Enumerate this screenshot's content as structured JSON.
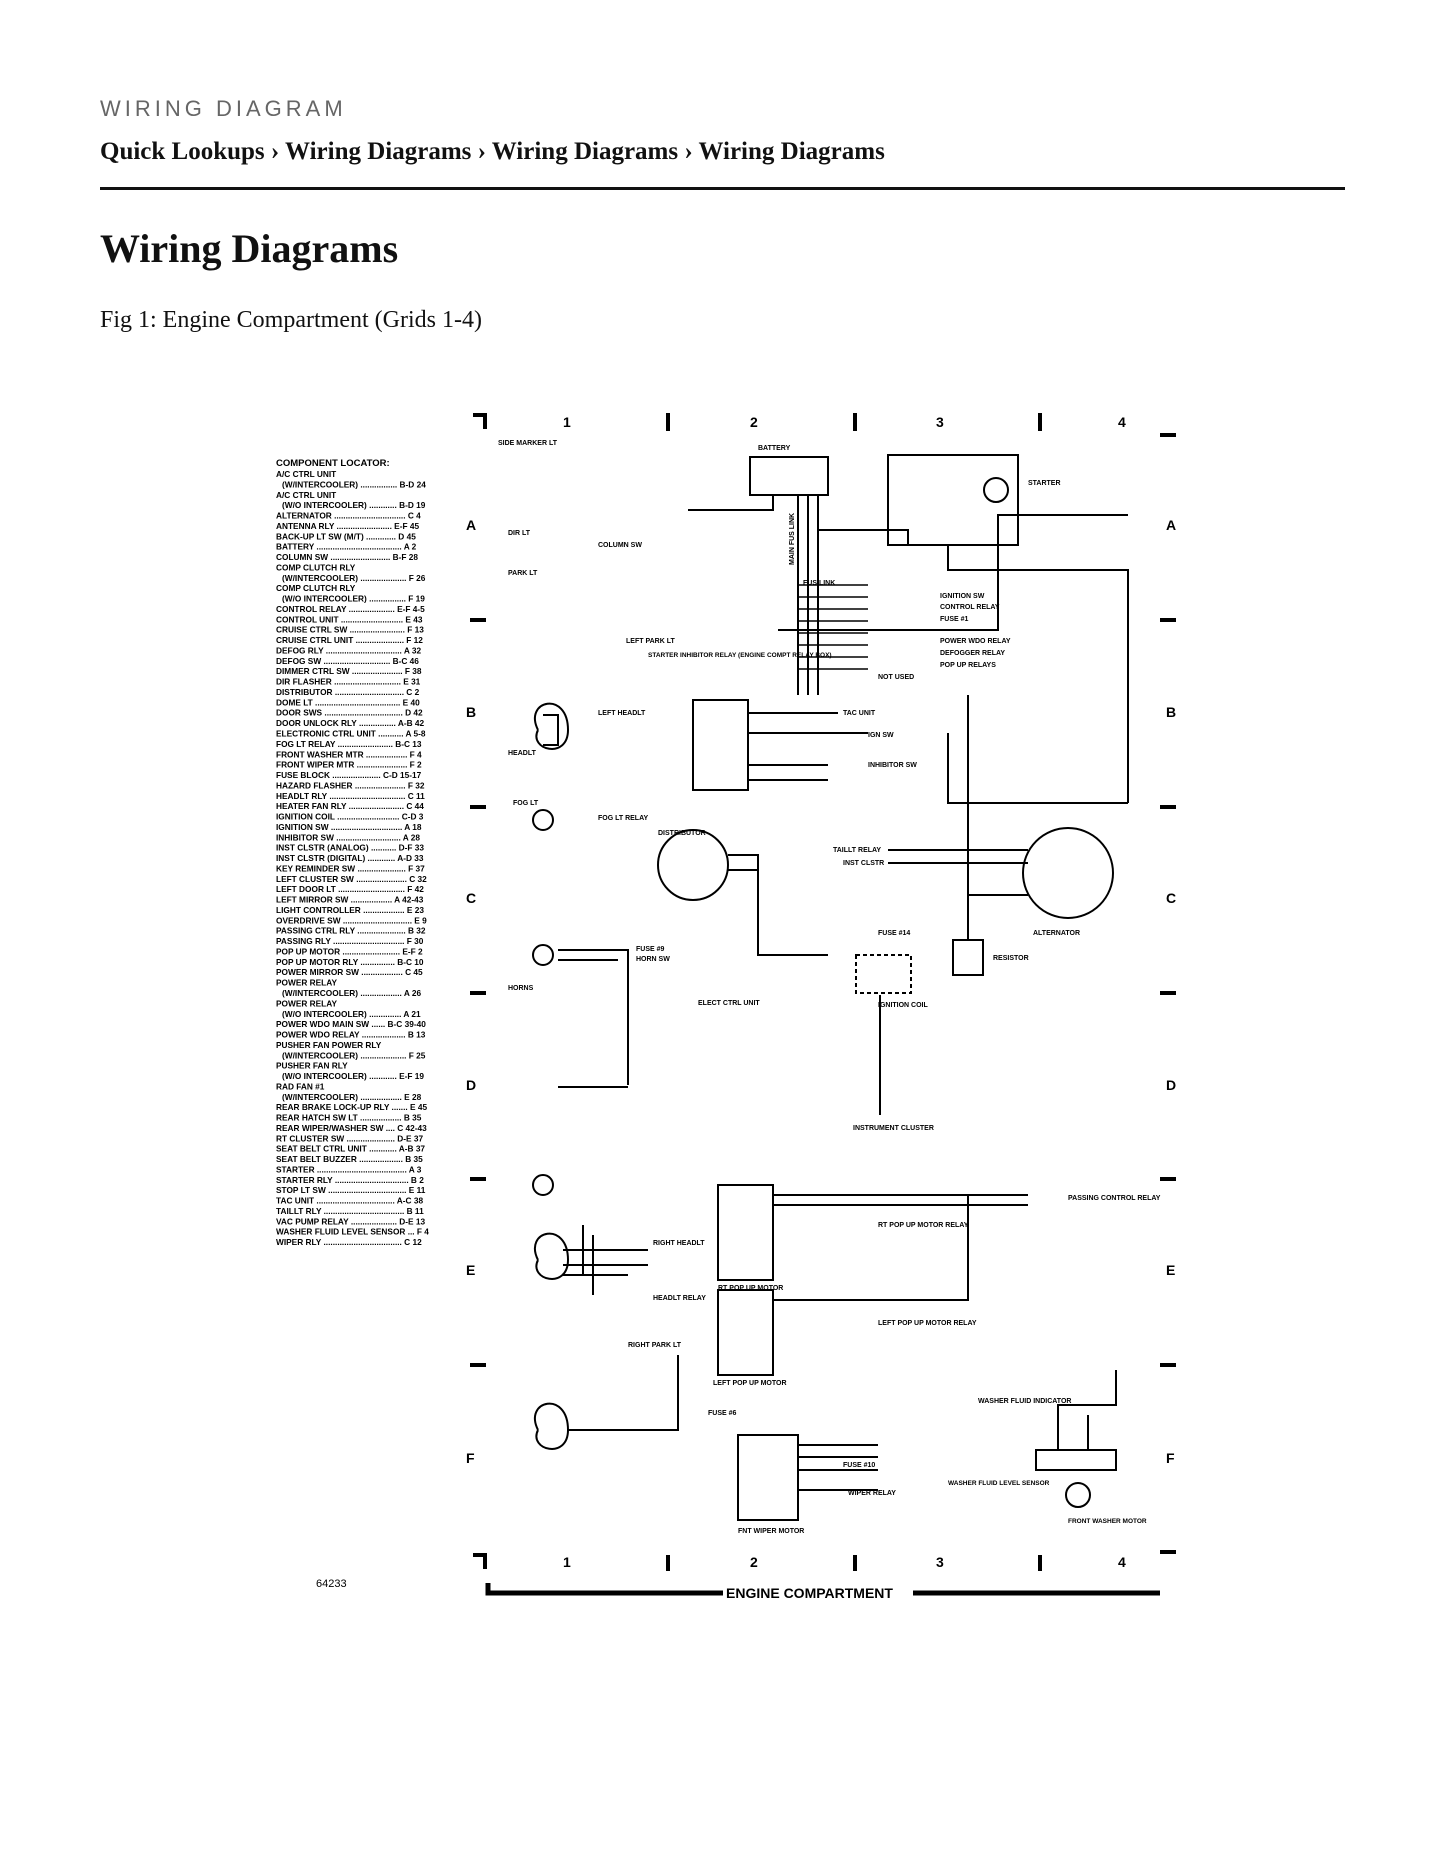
{
  "header": {
    "eyebrow": "WIRING DIAGRAM",
    "breadcrumb": "Quick Lookups › Wiring Diagrams › Wiring Diagrams › Wiring Diagrams",
    "title": "Wiring Diagrams",
    "caption": "Fig 1: Engine Compartment (Grids 1-4)"
  },
  "diagram": {
    "grid_cols": [
      "1",
      "2",
      "3",
      "4"
    ],
    "grid_rows": [
      "A",
      "B",
      "C",
      "D",
      "E",
      "F"
    ],
    "figure_number": "64233",
    "footer_title": "ENGINE COMPARTMENT",
    "locator_title": "COMPONENT LOCATOR:",
    "locator": [
      "A/C CTRL UNIT",
      "(W/INTERCOOLER) ................ B-D 24",
      "A/C CTRL UNIT",
      "(W/O INTERCOOLER) ............ B-D 19",
      "ALTERNATOR ............................... C 4",
      "ANTENNA RLY ........................ E-F 45",
      "BACK-UP LT SW (M/T) ............. D 45",
      "BATTERY ..................................... A 2",
      "COLUMN SW .......................... B-F 28",
      "COMP CLUTCH RLY",
      "(W/INTERCOOLER) .................... F 26",
      "COMP CLUTCH RLY",
      "(W/O INTERCOOLER) ................ F 19",
      "CONTROL RELAY .................... E-F 4-5",
      "CONTROL UNIT ........................... E 43",
      "CRUISE CTRL SW ........................ F 13",
      "CRUISE CTRL UNIT ..................... F 12",
      "DEFOG RLY ................................. A 32",
      "DEFOG SW ............................. B-C 46",
      "DIMMER CTRL SW ...................... F 38",
      "DIR FLASHER ............................. E 31",
      "DISTRIBUTOR .............................. C 2",
      "DOME LT ..................................... E 40",
      "DOOR SWS .................................. D 42",
      "DOOR UNLOCK RLY ................ A-B 42",
      "ELECTRONIC CTRL UNIT ........... A 5-8",
      "FOG LT RELAY ........................ B-C 13",
      "FRONT WASHER MTR .................. F 4",
      "FRONT WIPER MTR ...................... F 2",
      "FUSE BLOCK ..................... C-D 15-17",
      "HAZARD FLASHER ...................... F 32",
      "HEADLT RLY ................................. C 11",
      "HEATER FAN RLY ........................ C 44",
      "IGNITION COIL ........................... C-D 3",
      "IGNITION SW ............................... A 18",
      "INHIBITOR SW ............................ A 28",
      "INST CLSTR (ANALOG) ........... D-F 33",
      "INST CLSTR (DIGITAL) ............ A-D 33",
      "KEY REMINDER SW ..................... F 37",
      "LEFT CLUSTER SW ...................... C 32",
      "LEFT DOOR LT ............................. F 42",
      "LEFT MIRROR SW .................. A 42-43",
      "LIGHT CONTROLLER .................. E 23",
      "OVERDRIVE SW .............................. E 9",
      "PASSING CTRL RLY ..................... B 32",
      "PASSING RLY ............................... F 30",
      "POP UP MOTOR ......................... E-F 2",
      "POP UP MOTOR RLY ............... B-C 10",
      "POWER MIRROR SW .................. C 45",
      "POWER RELAY",
      "(W/INTERCOOLER) .................. A 26",
      "POWER RELAY",
      "(W/O INTERCOOLER) .............. A 21",
      "POWER WDO MAIN SW ...... B-C 39-40",
      "POWER WDO RELAY ................... B 13",
      "PUSHER FAN POWER RLY",
      "(W/INTERCOOLER) .................... F 25",
      "PUSHER FAN RLY",
      "(W/O INTERCOOLER) ............ E-F 19",
      "RAD FAN #1",
      "(W/INTERCOOLER) .................. E 28",
      "REAR BRAKE LOCK-UP RLY ....... E 45",
      "REAR HATCH SW LT .................. B 35",
      "REAR WIPER/WASHER SW .... C 42-43",
      "RT CLUSTER SW ..................... D-E 37",
      "SEAT BELT CTRL UNIT ............ A-B 37",
      "SEAT BELT BUZZER ................... B 35",
      "STARTER ....................................... A 3",
      "STARTER RLY ................................ B 2",
      "STOP LT SW .................................. E 11",
      "TAC UNIT .................................. A-C 38",
      "TAILLT RLY ................................... B 11",
      "VAC PUMP RELAY .................... D-E 13",
      "WASHER FLUID LEVEL SENSOR ... F 4",
      "WIPER RLY .................................. C 12"
    ],
    "labels": {
      "side_marker_lt": "SIDE MARKER LT",
      "battery": "BATTERY",
      "starter": "STARTER",
      "dir_lt": "DIR LT",
      "park_lt": "PARK LT",
      "column_sw": "COLUMN SW",
      "left_park_lt": "LEFT PARK LT",
      "ignition_sw": "IGNITION SW",
      "control_relay": "CONTROL RELAY",
      "fuse1": "FUSE #1",
      "power_wdo_relay": "POWER WDO RELAY",
      "defogger_relay": "DEFOGGER RELAY",
      "pop_up_relays": "POP UP RELAYS",
      "not_used": "NOT USED",
      "starter_inhibitor": "STARTER INHIBITOR RELAY (ENGINE COMPT RELAY BOX)",
      "tac_unit": "TAC UNIT",
      "ign_sw": "IGN SW",
      "inhibitor_sw": "INHIBITOR SW",
      "left_headlt": "LEFT HEADLT",
      "headlt": "HEADLT",
      "fog_lt": "FOG LT",
      "fog_lt_relay": "FOG LT RELAY",
      "distributor": "DISTRIBUTOR",
      "taillt_relay": "TAILLT RELAY",
      "inst_clstr": "INST CLSTR",
      "alternator": "ALTERNATOR",
      "fuse14": "FUSE #14",
      "resistor": "RESISTOR",
      "fuse9": "FUSE #9",
      "horn_sw": "HORN SW",
      "horns": "HORNS",
      "ignition_coil": "IGNITION COIL",
      "elect_ctrl_unit": "ELECT CTRL UNIT",
      "instrument_cluster": "INSTRUMENT CLUSTER",
      "passing_control_relay": "PASSING CONTROL RELAY",
      "right_headlt": "RIGHT HEADLT",
      "rt_pop_up_motor_relay": "RT POP UP MOTOR RELAY",
      "rt_pop_up_motor": "RT POP UP MOTOR",
      "headlt_relay": "HEADLT RELAY",
      "left_pop_up_motor_relay": "LEFT POP UP MOTOR RELAY",
      "left_pop_up_motor": "LEFT POP UP MOTOR",
      "right_park_lt": "RIGHT PARK LT",
      "fuse6": "FUSE #6",
      "fuse10": "FUSE #10",
      "washer_fluid_indicator": "WASHER FLUID INDICATOR",
      "wiper_relay": "WIPER RELAY",
      "fnt_wiper_motor": "FNT WIPER MOTOR",
      "washer_fluid_level_sensor": "WASHER FLUID LEVEL SENSOR",
      "front_washer_motor": "FRONT WASHER MOTOR",
      "fus_link": "FUS LINK",
      "main_fus_link": "MAIN FUS LINK"
    }
  }
}
